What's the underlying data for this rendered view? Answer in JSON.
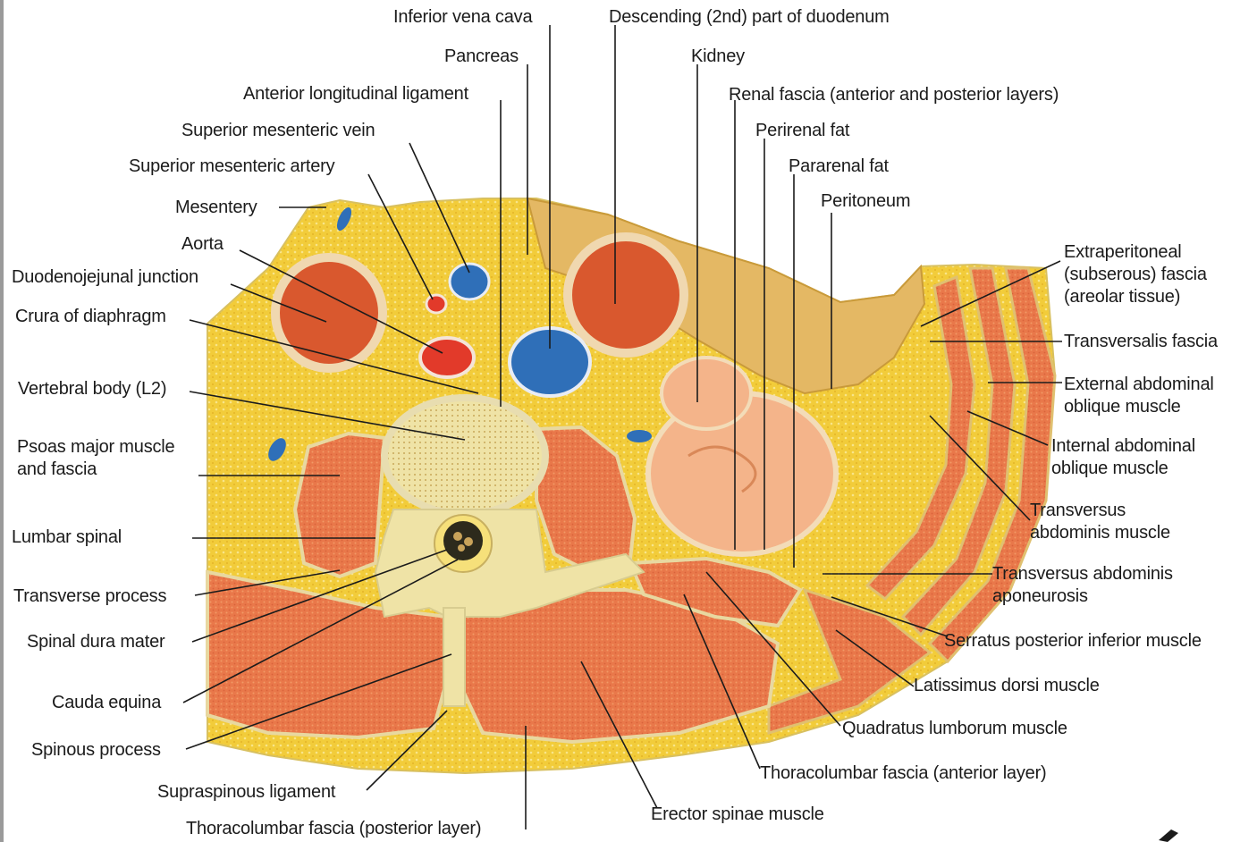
{
  "labels": {
    "inferior_vena_cava": "Inferior vena cava",
    "descending_duodenum": "Descending (2nd) part of duodenum",
    "pancreas": "Pancreas",
    "kidney": "Kidney",
    "anterior_longitudinal_ligament": "Anterior longitudinal ligament",
    "renal_fascia": "Renal fascia (anterior and posterior layers)",
    "superior_mesenteric_vein": "Superior mesenteric vein",
    "perirenal_fat": "Perirenal fat",
    "superior_mesenteric_artery": "Superior mesenteric artery",
    "pararenal_fat": "Pararenal fat",
    "mesentery": "Mesentery",
    "peritoneum": "Peritoneum",
    "aorta": "Aorta",
    "extraperitoneal_fascia": "Extraperitoneal (subserous) fascia (areolar tissue)",
    "duodenojejunal_junction": "Duodenojejunal junction",
    "crura_of_diaphragm": "Crura of diaphragm",
    "transversalis_fascia": "Transversalis fascia",
    "vertebral_body": "Vertebral body (L2)",
    "external_oblique": "External abdominal oblique muscle",
    "psoas_major": "Psoas major muscle and fascia",
    "internal_oblique": "Internal abdominal oblique muscle",
    "transversus_abdominis": "Transversus abdominis muscle",
    "lumbar_spinal": "Lumbar spinal",
    "transversus_aponeurosis": "Transversus abdominis aponeurosis",
    "transverse_process": "Transverse process",
    "serratus_posterior_inferior": "Serratus posterior inferior muscle",
    "spinal_dura_mater": "Spinal dura mater",
    "latissimus_dorsi": "Latissimus dorsi muscle",
    "cauda_equina": "Cauda equina",
    "quadratus_lumborum": "Quadratus lumborum muscle",
    "spinous_process": "Spinous process",
    "thoracolumbar_anterior": "Thoracolumbar fascia (anterior layer)",
    "supraspinous_ligament": "Supraspinous ligament",
    "erector_spinae": "Erector spinae muscle",
    "thoracolumbar_posterior": "Thoracolumbar fascia (posterior layer)"
  },
  "colors": {
    "fat_yellow": "#f2cc3a",
    "fat_light": "#f7e27a",
    "muscle_orange": "#e9784a",
    "muscle_light": "#f29a66",
    "vein_blue": "#2f6fb8",
    "artery_red": "#e23a2a",
    "bone_cream": "#efe3a6",
    "fascia_gray": "#d8d2b8",
    "peritoneum_tan": "#e2b25a"
  }
}
